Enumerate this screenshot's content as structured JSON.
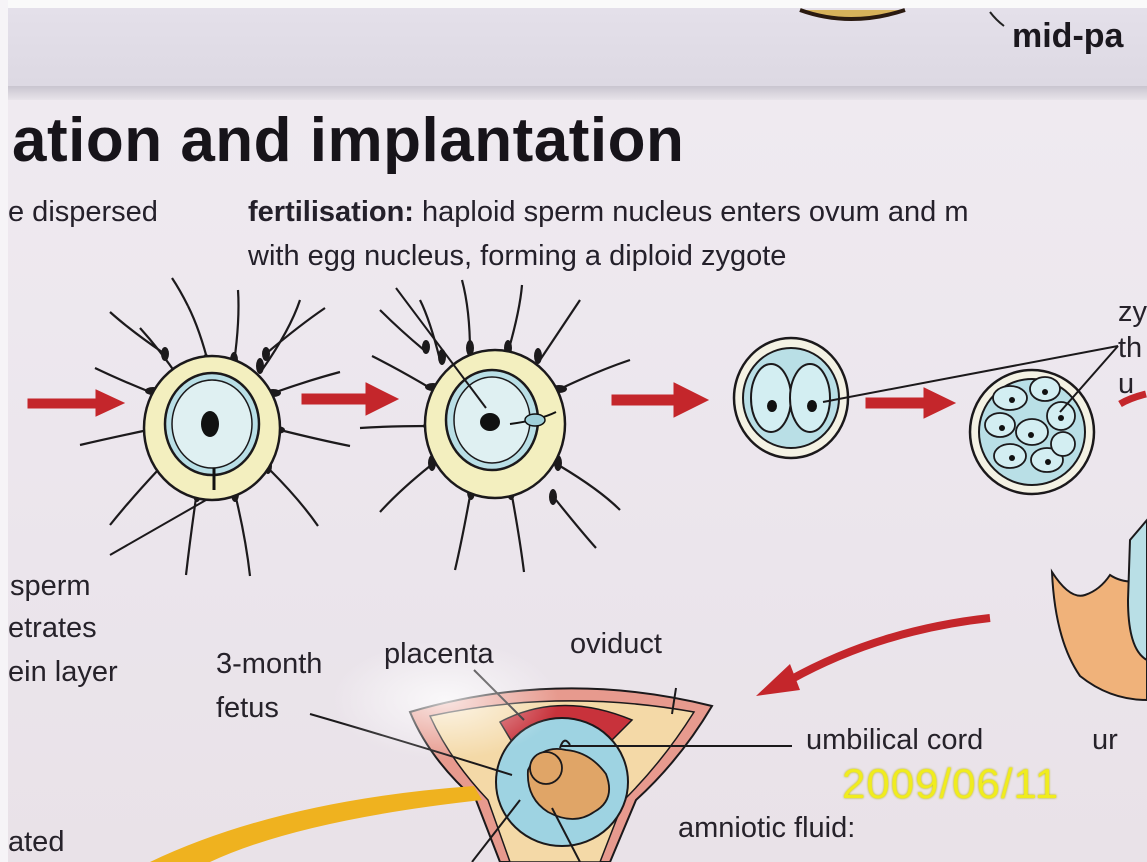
{
  "top_label": "mid-pa",
  "title": "ation and implantation",
  "caption_left": "e dispersed",
  "fertilisation": {
    "term": "fertilisation:",
    "line1": " haploid sperm nucleus enters ovum and m",
    "line2": "with egg nucleus, forming a diploid zygote"
  },
  "right_edge_text": [
    "zy",
    "th",
    "u"
  ],
  "left_labels": [
    "sperm",
    "etrates",
    "ein layer"
  ],
  "bottom_labels": {
    "three_month": "3-month",
    "fetus": "fetus",
    "placenta": "placenta",
    "oviduct": "oviduct",
    "umbilical_cord": "umbilical cord",
    "ur_fragment": "ur",
    "amniotic_fluid": "amniotic fluid:",
    "bottom_left": "ated"
  },
  "date_stamp": "2009/06/11",
  "colors": {
    "arrow_red": "#c4262b",
    "zona_yellow": "#f3efbf",
    "cytoplasm_blue": "#b9dfe6",
    "uterus_pink": "#e79a8e",
    "date_yellow": "#f0ec1e"
  }
}
